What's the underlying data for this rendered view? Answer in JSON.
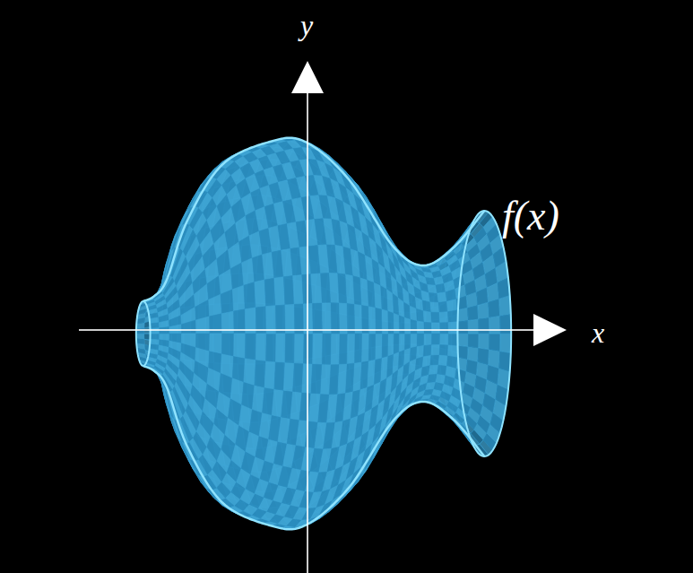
{
  "diagram": {
    "labels": [
      "y",
      "x",
      "f(x)"
    ]
  }
}
